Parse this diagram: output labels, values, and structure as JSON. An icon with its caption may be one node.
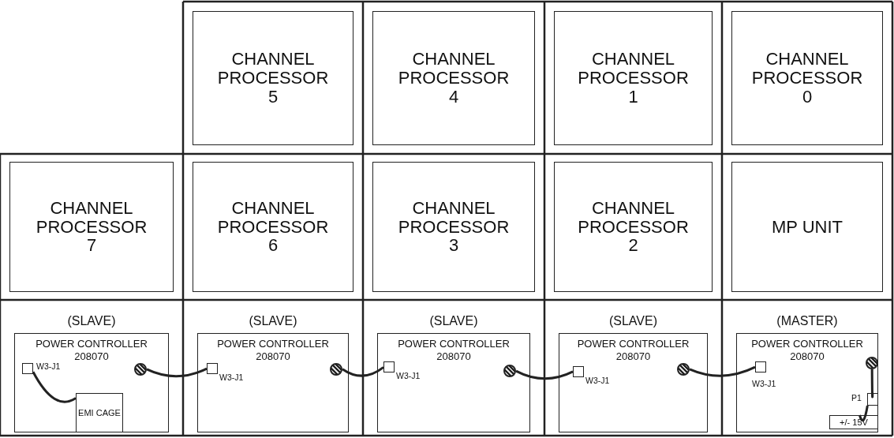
{
  "diagram": {
    "nodes": [
      {
        "text": [
          "CHANNEL PROCESSOR 5"
        ]
      },
      {
        "text": [
          "CHANNEL PROCESSOR 4"
        ]
      },
      {
        "text": [
          "CHANNEL PROCESSOR 1"
        ]
      },
      {
        "text": [
          "CHANNEL PROCESSOR 0"
        ]
      },
      {
        "text": [
          "CHANNEL PROCESSOR 7"
        ]
      },
      {
        "text": [
          "CHANNEL PROCESSOR 6"
        ]
      },
      {
        "text": [
          "CHANNEL PROCESSOR 3"
        ]
      },
      {
        "text": [
          "CHANNEL PROCESSOR 2"
        ]
      },
      {
        "text": [
          "MP UNIT"
        ]
      },
      {
        "text": [
          "(SLAVE)",
          "POWER CONTROLLER",
          "208070"
        ]
      },
      {
        "text": [],
        "shape": "box",
        "beside": [
          "W3-J1"
        ],
        "in": 9
      },
      {
        "text": [],
        "shape": "circle",
        "in": 9
      },
      {
        "text": [
          "EMI CAGE"
        ],
        "in": 9
      },
      {
        "text": [
          "(SLAVE)",
          "POWER CONTROLLER",
          "208070"
        ]
      },
      {
        "text": [],
        "shape": "box",
        "beside": [
          "W3-J1"
        ],
        "in": 13
      },
      {
        "text": [],
        "shape": "circle",
        "in": 13
      },
      {
        "text": [
          "(SLAVE)",
          "POWER CONTROLLER",
          "208070"
        ]
      },
      {
        "text": [],
        "shape": "box",
        "beside": [
          "W3-J1"
        ],
        "in": 16
      },
      {
        "text": [],
        "shape": "circle",
        "in": 16
      },
      {
        "text": [
          "(SLAVE)",
          "POWER CONTROLLER",
          "208070"
        ]
      },
      {
        "text": [],
        "shape": "box",
        "beside": [
          "W3-J1"
        ],
        "in": 19
      },
      {
        "text": [],
        "shape": "circle",
        "in": 19
      },
      {
        "text": [
          "(MASTER)",
          "POWER CONTROLLER",
          "208070"
        ]
      },
      {
        "text": [],
        "shape": "box",
        "beside": [
          "W3-J1"
        ],
        "in": 22
      },
      {
        "text": [],
        "shape": "circle",
        "in": 22
      },
      {
        "text": [],
        "shape": "box",
        "beside": [
          "P1"
        ],
        "in": 22
      },
      {
        "text": [
          "+/- 15V"
        ],
        "in": 22
      }
    ],
    "edges": [
      {
        "from": 10,
        "to": 12,
        "arrow": "none"
      },
      {
        "from": 11,
        "to": 14,
        "arrow": "none"
      },
      {
        "from": 15,
        "to": 17,
        "arrow": "none"
      },
      {
        "from": 18,
        "to": 20,
        "arrow": "none"
      },
      {
        "from": 21,
        "to": 23,
        "arrow": "none"
      },
      {
        "from": 24,
        "to": 25,
        "arrow": "none"
      },
      {
        "from": 25,
        "to": 26,
        "arrow": "none"
      }
    ]
  }
}
